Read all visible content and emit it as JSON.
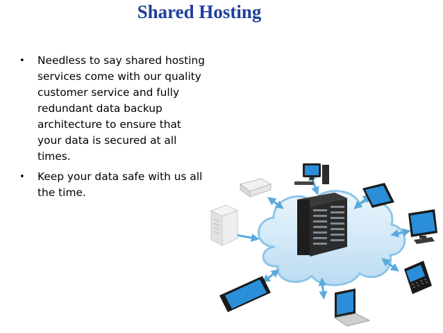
{
  "slide": {
    "title": "Shared Hosting",
    "bullets": [
      "Needless to say shared hosting services come with our quality customer service and fully redundant data backup architecture to ensure that your data is secured at all times.",
      "Keep your data safe with us all the time."
    ]
  },
  "colors": {
    "title": "#1f3f99",
    "cloud": "#cfe7f7",
    "cloud_edge": "#8cc4e8",
    "arrow": "#5aa9dc",
    "screen": "#2a8fd8"
  },
  "diagram": {
    "icons": [
      "server-rack-icon",
      "desktop-computer-icon",
      "router-icon",
      "tablet-icon",
      "storage-box-icon",
      "monitor-icon",
      "smartphone-icon",
      "laptop-icon",
      "blackberry-phone-icon"
    ]
  }
}
